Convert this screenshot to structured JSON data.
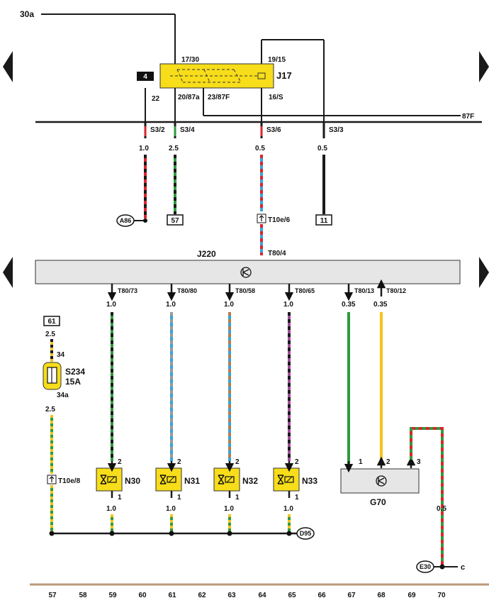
{
  "diagram": {
    "top_feed": "30a",
    "bus_87F": "87F",
    "relay": {
      "id": "J17",
      "pin_in_30": "17/30",
      "pin_in_15": "19/15",
      "pin_87a": "20/87a",
      "pin_87F": "23/87F",
      "pin_s": "16/S"
    },
    "box_4": "4",
    "pin_22": "22",
    "splices": [
      "S3/2",
      "S3/4",
      "S3/6",
      "S3/3"
    ],
    "wire_sizes_top": [
      "1.0",
      "2.5",
      "0.5",
      "0.5"
    ],
    "ground_A86": "A86",
    "ref_57": "57",
    "ref_11": "11",
    "conn_T10e6": "T10e/6",
    "conn_T80_4": "T80/4",
    "ecu": {
      "id": "J220"
    },
    "ecu_pins": [
      "T80/73",
      "T80/80",
      "T80/58",
      "T80/65",
      "T80/13",
      "T80/12"
    ],
    "wire_sizes_mid": [
      "1.0",
      "1.0",
      "1.0",
      "1.0",
      "0.35",
      "0.35"
    ],
    "ref_61": "61",
    "fuse_wire_top": "2.5",
    "fuse_pin_top": "34",
    "fuse": {
      "id": "S234",
      "rating": "15A"
    },
    "fuse_pin_bottom": "34a",
    "fuse_wire_bottom": "2.5",
    "conn_T10e8": "T10e/8",
    "injectors": [
      {
        "id": "N30",
        "pin_top": "2",
        "pin_bottom": "1",
        "wire": "1.0"
      },
      {
        "id": "N31",
        "pin_top": "2",
        "pin_bottom": "1",
        "wire": "1.0"
      },
      {
        "id": "N32",
        "pin_top": "2",
        "pin_bottom": "1",
        "wire": "1.0"
      },
      {
        "id": "N33",
        "pin_top": "2",
        "pin_bottom": "1",
        "wire": "1.0"
      }
    ],
    "sensor": {
      "id": "G70",
      "pins": [
        "1",
        "2",
        "3"
      ]
    },
    "sensor_wire": "0.5",
    "ground_D95": "D95",
    "ground_E30": "E30",
    "cont_c": "c",
    "scale": [
      "57",
      "58",
      "59",
      "60",
      "61",
      "62",
      "63",
      "64",
      "65",
      "66",
      "67",
      "68",
      "69",
      "70"
    ],
    "colors": {
      "bus": "#1a1a1a",
      "relay_fill": "#f7dd1a",
      "ecu_fill": "#e6e6e6",
      "sensor_fill": "#e6e6e6",
      "red": "#d8262e",
      "green": "#2e9a3e",
      "blue": "#3aa2db",
      "yellow": "#f3c31c",
      "violet": "#a64a9b",
      "brown": "#b87d4a",
      "grey": "#9a9a9a",
      "footer": "#b89a7a"
    }
  }
}
